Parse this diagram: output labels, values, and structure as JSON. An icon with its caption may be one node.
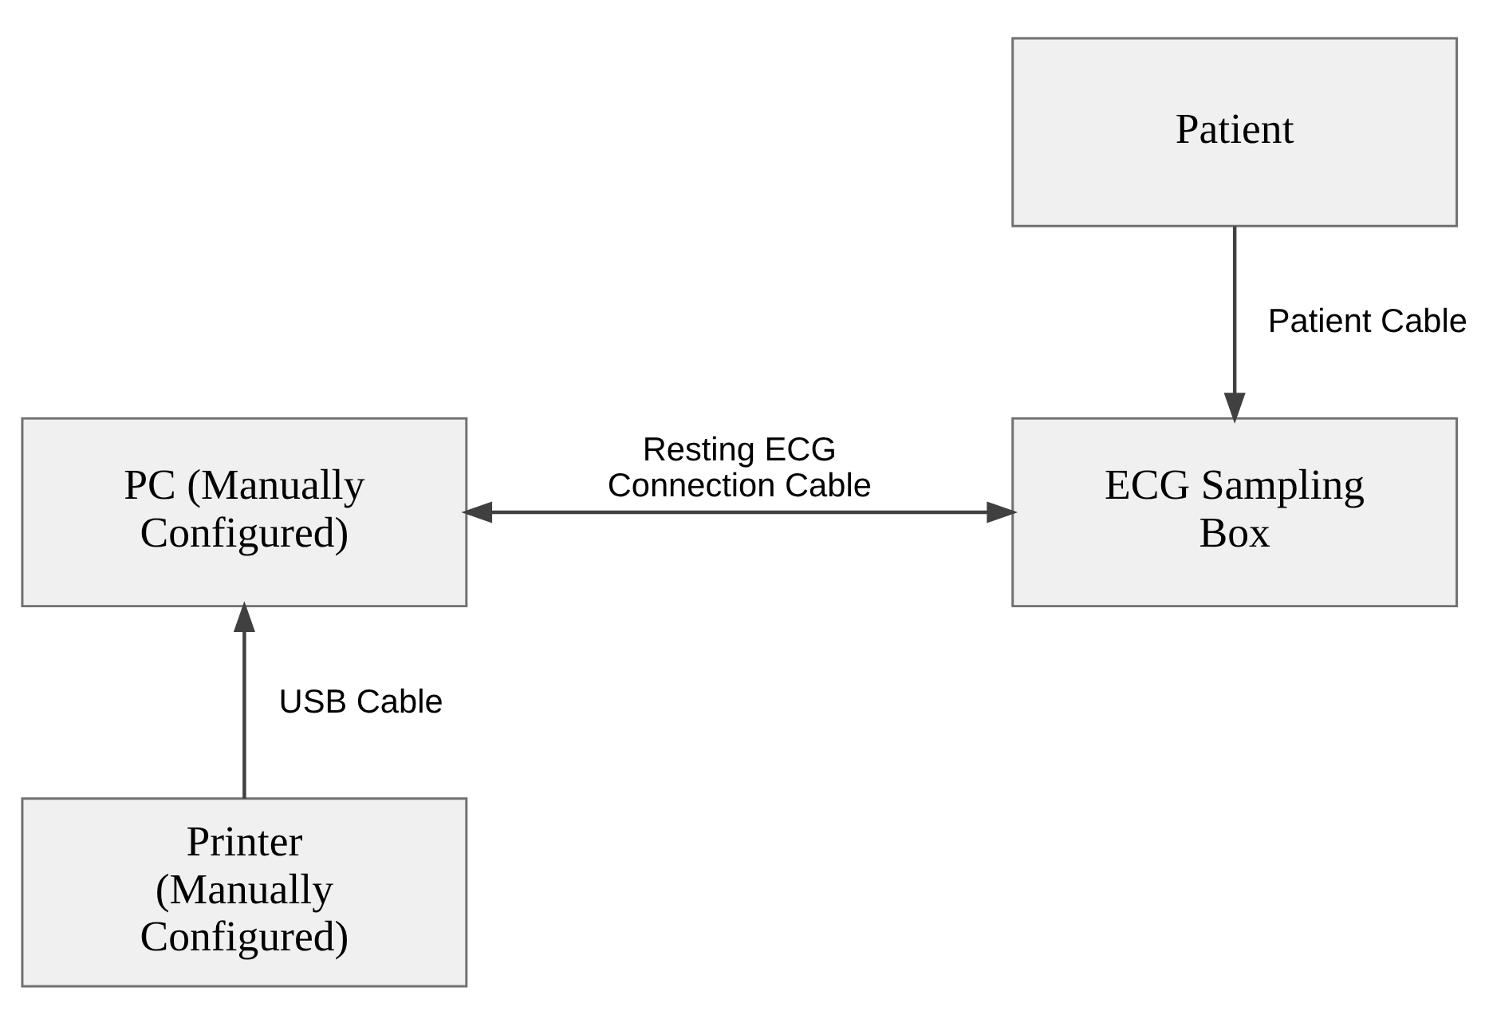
{
  "diagram": {
    "nodes": [
      {
        "text": [
          "Patient"
        ]
      },
      {
        "text": [
          "ECG Sampling Box"
        ]
      },
      {
        "text": [
          "PC (Manually Configured)"
        ]
      },
      {
        "text": [
          "Printer (Manually Configured)"
        ]
      }
    ],
    "edges": [
      {
        "from": 0,
        "to": 1,
        "arrow": "to",
        "label": "Patient Cable"
      },
      {
        "from": 2,
        "to": 1,
        "arrow": "both",
        "label": "Resting ECG Connection Cable"
      },
      {
        "from": 3,
        "to": 2,
        "arrow": "to",
        "label": "USB Cable"
      }
    ]
  }
}
